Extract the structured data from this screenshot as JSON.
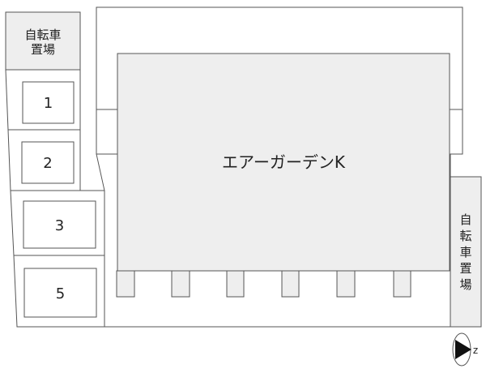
{
  "colors": {
    "stroke": "#555555",
    "building_fill": "#eeeeee",
    "bike_fill": "#eeeeee",
    "background": "#ffffff"
  },
  "map": {
    "building_label": "エアーガーデンK",
    "bike_parking_left": [
      "自転車",
      "置場"
    ],
    "bike_parking_right": [
      "自",
      "転",
      "車",
      "置",
      "場"
    ],
    "parking_spaces": [
      "1",
      "2",
      "3",
      "5"
    ],
    "north_arrow_label": "z",
    "north_arrow_icon": "north-arrow-icon"
  }
}
